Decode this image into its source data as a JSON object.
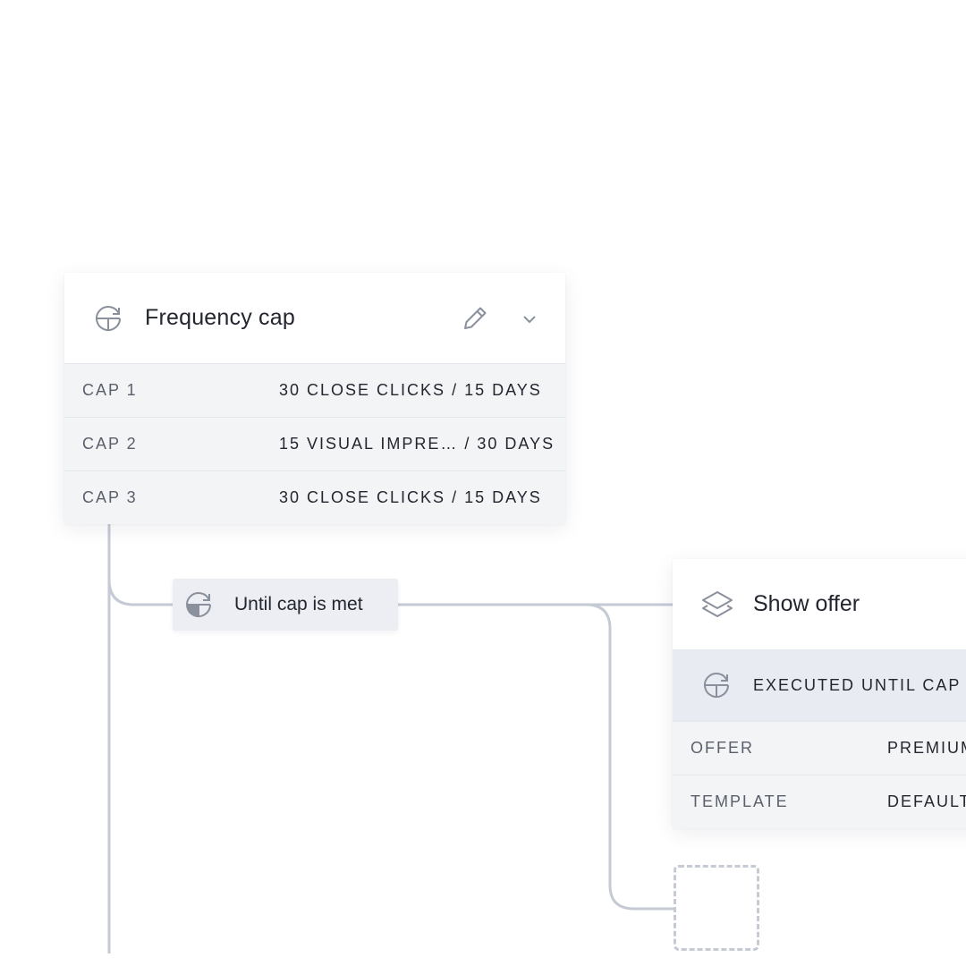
{
  "frequency_cap": {
    "title": "Frequency cap",
    "icon": "refresh-pie-icon",
    "rows": [
      {
        "key": "CAP 1",
        "value": "30 CLOSE CLICKS / 15 DAYS"
      },
      {
        "key": "CAP 2",
        "value": "15 VISUAL IMPRE… / 30 DAYS"
      },
      {
        "key": "CAP 3",
        "value": "30 CLOSE CLICKS / 15 DAYS"
      }
    ]
  },
  "branch": {
    "label": "Until cap is met",
    "icon": "refresh-pie-icon"
  },
  "show_offer": {
    "title": "Show offer",
    "icon": "layers-icon",
    "banner": "EXECUTED UNTIL CAP IS MET",
    "rows": [
      {
        "key": "OFFER",
        "value": "PREMIUM"
      },
      {
        "key": "TEMPLATE",
        "value": "DEFAULT"
      }
    ]
  },
  "colors": {
    "connector": "#c5cad4",
    "row_bg": "#f3f4f6",
    "banner_bg": "#e8ebf2",
    "chip_bg": "#eceef4",
    "icon": "#8a909c"
  }
}
